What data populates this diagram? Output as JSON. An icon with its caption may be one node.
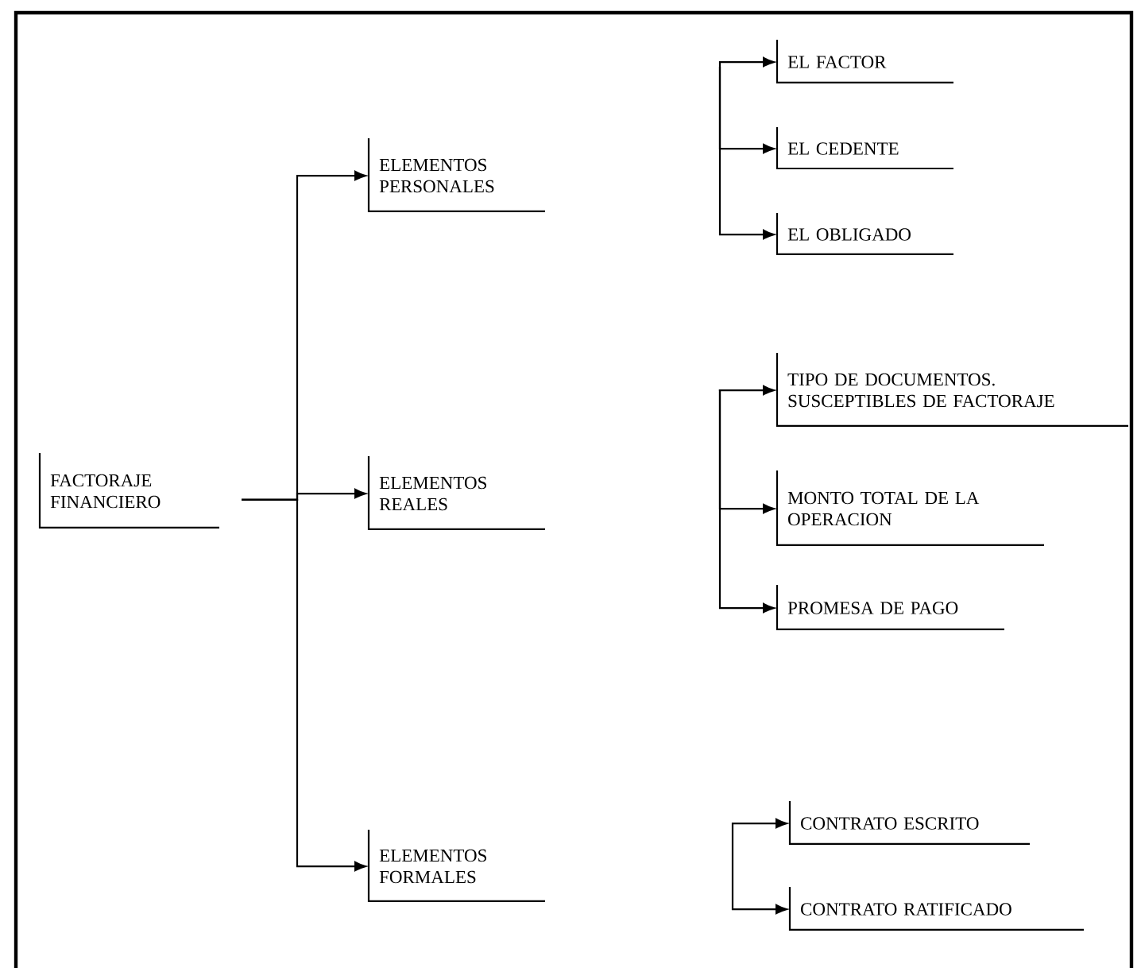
{
  "diagram": {
    "nodes": [
      {
        "text": [
          "FACTORAJE FINANCIERO"
        ]
      },
      {
        "text": [
          "ELEMENTOS PERSONALES"
        ]
      },
      {
        "text": [
          "ELEMENTOS REALES"
        ]
      },
      {
        "text": [
          "ELEMENTOS FORMALES"
        ]
      },
      {
        "text": [
          "EL FACTOR"
        ]
      },
      {
        "text": [
          "EL CEDENTE"
        ]
      },
      {
        "text": [
          "EL OBLIGADO"
        ]
      },
      {
        "text": [
          "TIPO DE DOCUMENTOS. SUSCEPTIBLES DE FACTORAJE"
        ]
      },
      {
        "text": [
          "MONTO TOTAL DE LA OPERACION"
        ]
      },
      {
        "text": [
          "PROMESA DE PAGO"
        ]
      },
      {
        "text": [
          "CONTRATO ESCRITO"
        ]
      },
      {
        "text": [
          "CONTRATO RATIFICADO"
        ]
      }
    ],
    "edges": [
      {
        "from": 0,
        "to": 1,
        "arrow": "to"
      },
      {
        "from": 0,
        "to": 2,
        "arrow": "to"
      },
      {
        "from": 0,
        "to": 3,
        "arrow": "to"
      },
      {
        "from": null,
        "to": 4,
        "arrow": "to"
      },
      {
        "from": null,
        "to": 5,
        "arrow": "to"
      },
      {
        "from": null,
        "to": 6,
        "arrow": "to"
      },
      {
        "from": null,
        "to": 7,
        "arrow": "to"
      },
      {
        "from": null,
        "to": 8,
        "arrow": "to"
      },
      {
        "from": null,
        "to": 9,
        "arrow": "to"
      },
      {
        "from": null,
        "to": 10,
        "arrow": "to"
      },
      {
        "from": null,
        "to": 11,
        "arrow": "to"
      }
    ]
  }
}
